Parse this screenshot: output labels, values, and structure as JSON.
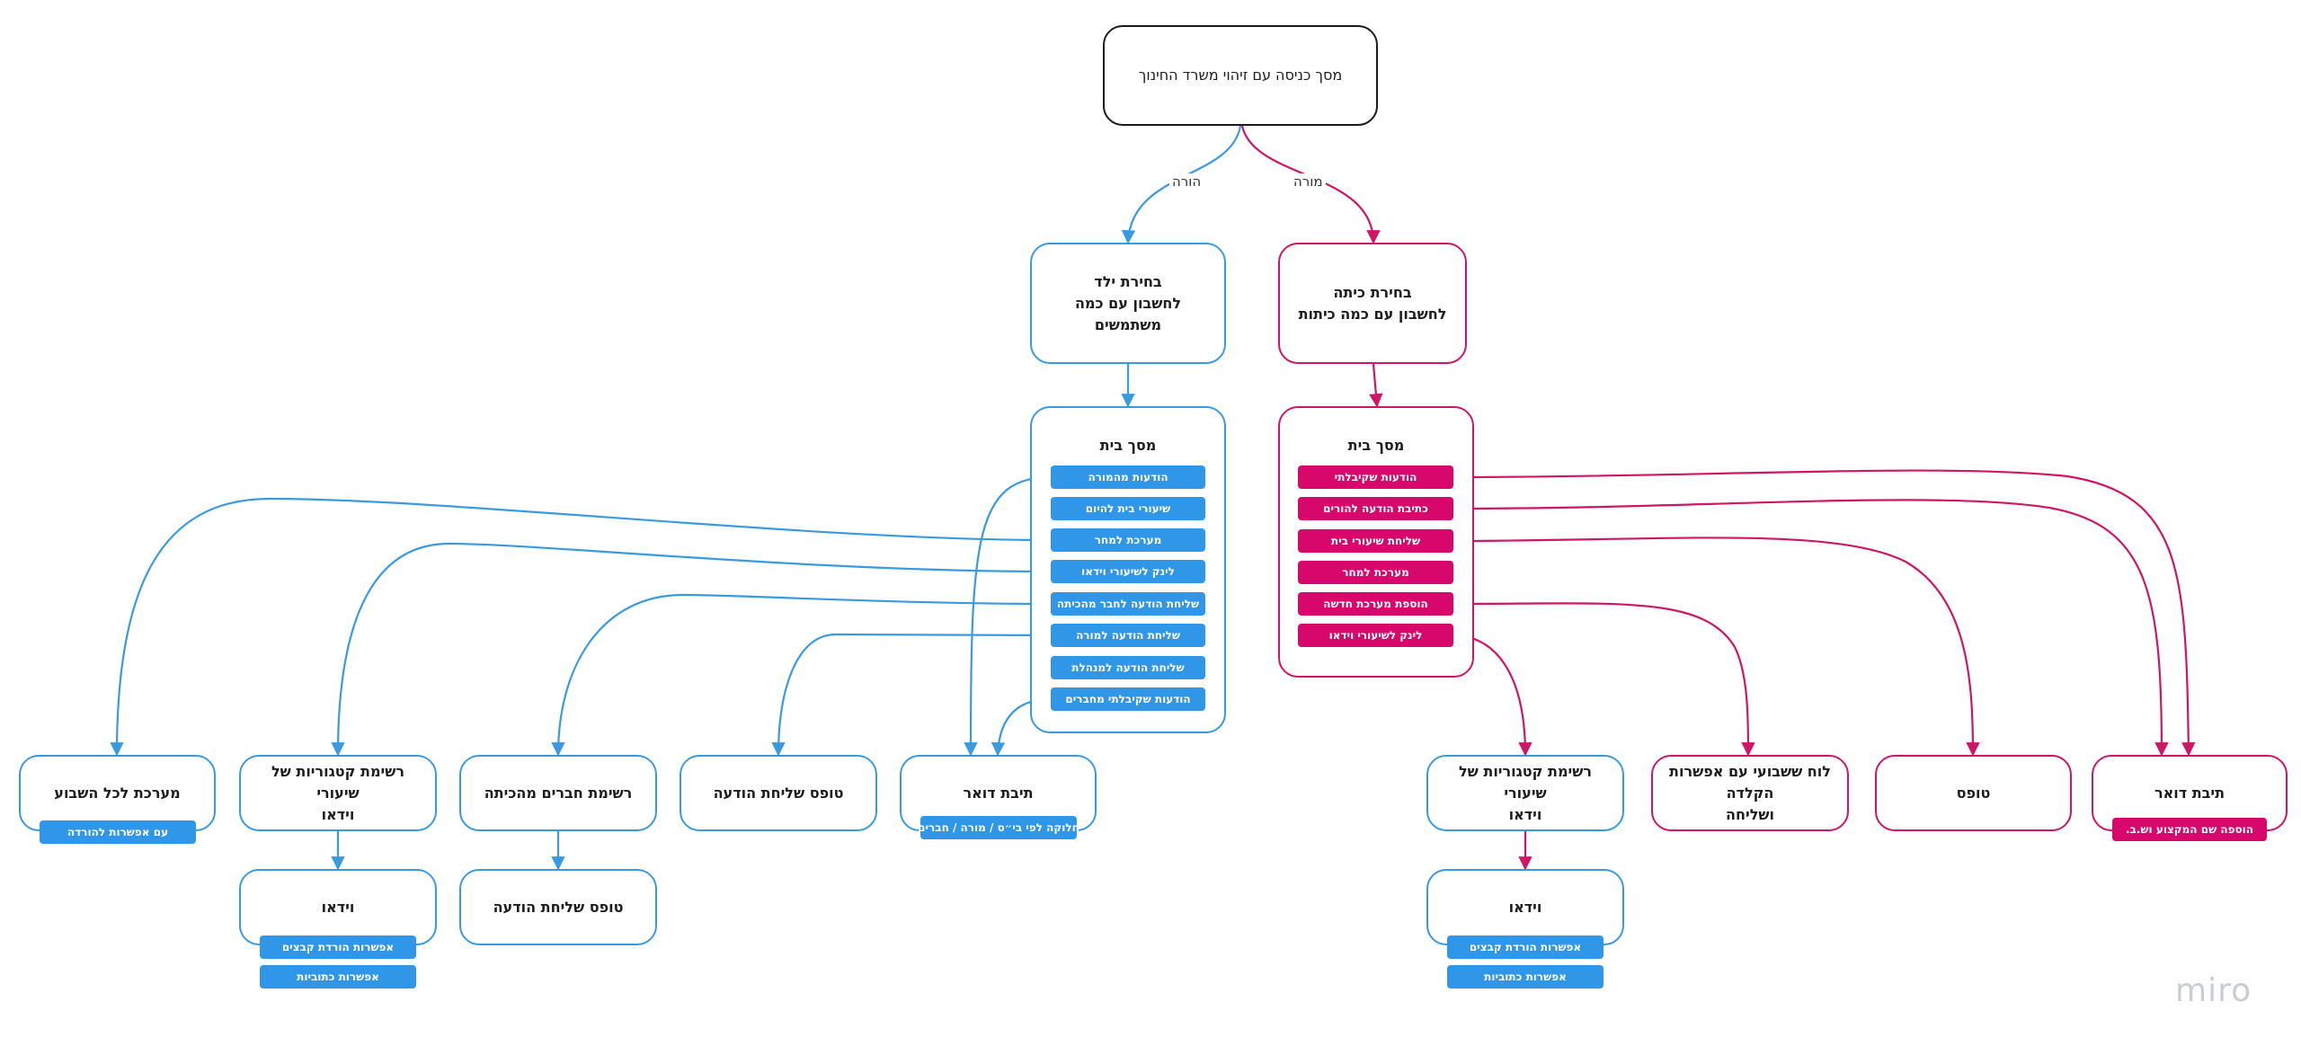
{
  "colors": {
    "parent": "#3a9ae0",
    "teacher": "#cf1565",
    "entry": "#1b1b1b",
    "pill_parent": "#2f96e8",
    "pill_teacher": "#d7076b"
  },
  "nodes": {
    "entry": "מסך כניסה עם זיהוי משרד החינוך",
    "choose_child": "בחירת ילד\nלחשבון עם כמה\nמשתמשים",
    "choose_class": "בחירת כיתה\nלחשבון עם כמה כיתות",
    "parent_home": "מסך בית",
    "teacher_home": "מסך בית",
    "weekly_schedule": "מערכת לכל השבוע",
    "video_categories_parent": "רשימת קטגוריות של שיעורי\nוידאו",
    "classmates_list": "רשימת חברים מהכיתה",
    "message_form_parent": "טופס שליחת הודעה",
    "mailbox_parent": "תיבת דואר",
    "video_parent": "וידאו",
    "message_form_classmates": "טופס שליחת הודעה",
    "video_categories_teacher": "רשימת קטגוריות של שיעורי\nוידאו",
    "weekly_board": "לוח ששבועי עם אפשרות הקלדה\nושליחה",
    "form_teacher": "טופס",
    "mailbox_teacher": "תיבת דואר",
    "video_teacher": "וידאו"
  },
  "edge_labels": {
    "parent": "הורה",
    "teacher": "מורה"
  },
  "parent_menu": [
    "הודעות מהמורה",
    "שיעורי בית להיום",
    "מערכת למחר",
    "לינק לשיעורי וידאו",
    "שליחת הודעה לחבר מהכיתה",
    "שליחת הודעה למורה",
    "שליחת הודעה למנהלת",
    "הודעות שקיבלתי מחברים"
  ],
  "teacher_menu": [
    "הודעות שקיבלתי",
    "כתיבת הודעה להורים",
    "שליחת שיעורי בית",
    "מערכת למחר",
    "הוספת מערכת חדשה",
    "לינק לשיעורי וידאו"
  ],
  "tags": {
    "weekly_schedule": "עם אפשרות להורדה",
    "mailbox_parent": "חלוקה לפי בי״ס / מורה / חברים",
    "video_parent_download": "אפשרות הורדת קבצים",
    "video_parent_captions": "אפשרות כתוביות",
    "video_teacher_download": "אפשרות הורדת קבצים",
    "video_teacher_captions": "אפשרות כתוביות",
    "mailbox_teacher": "הוספה שם המקצוע וש.ב."
  },
  "logo": "miro"
}
